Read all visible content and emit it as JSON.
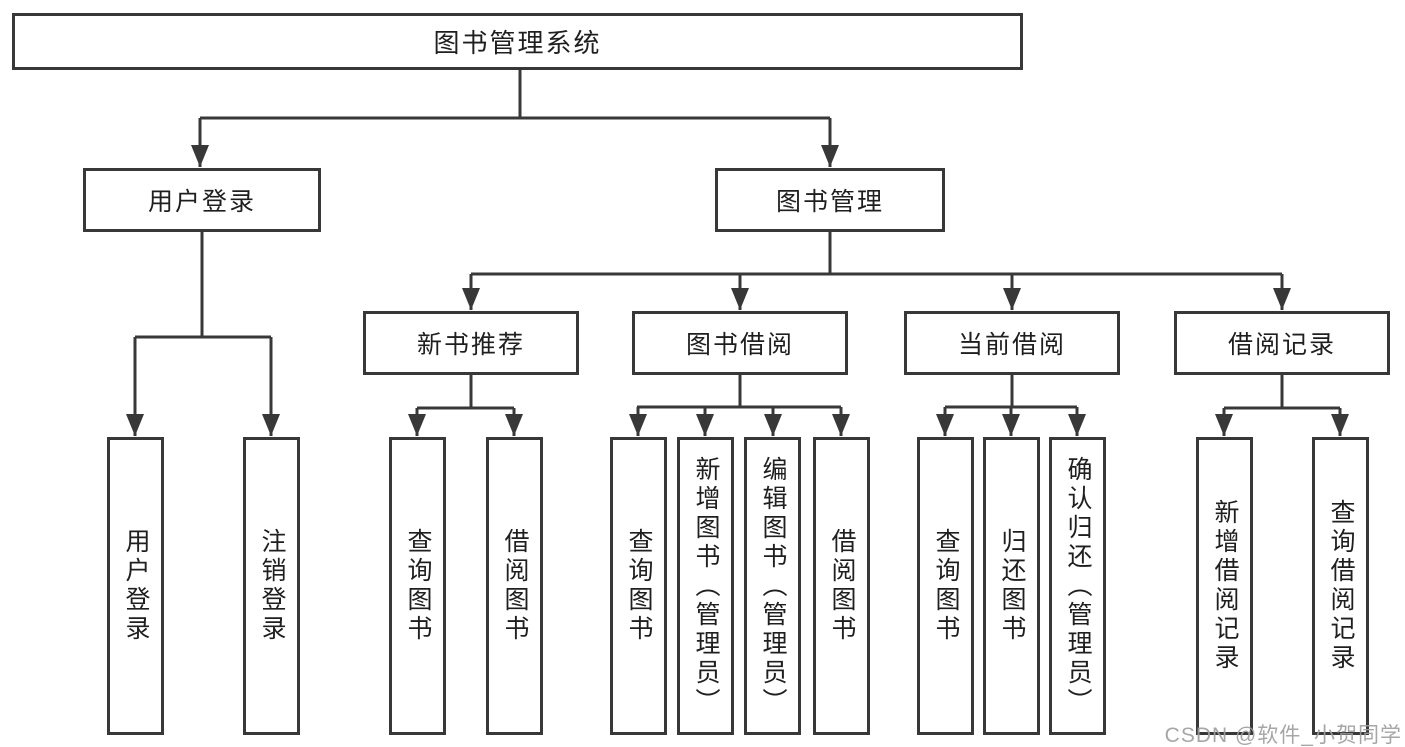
{
  "tree": {
    "label": "图书管理系统",
    "children": [
      {
        "label": "用户登录",
        "children": [
          {
            "label": "用户登录"
          },
          {
            "label": "注销登录"
          }
        ]
      },
      {
        "label": "图书管理",
        "children": [
          {
            "label": "新书推荐",
            "children": [
              {
                "label": "查询图书"
              },
              {
                "label": "借阅图书"
              }
            ]
          },
          {
            "label": "图书借阅",
            "children": [
              {
                "label": "查询图书"
              },
              {
                "label": "新增图书（管理员）"
              },
              {
                "label": "编辑图书（管理员）"
              },
              {
                "label": "借阅图书"
              }
            ]
          },
          {
            "label": "当前借阅",
            "children": [
              {
                "label": "查询图书"
              },
              {
                "label": "归还图书"
              },
              {
                "label": "确认归还（管理员）"
              }
            ]
          },
          {
            "label": "借阅记录",
            "children": [
              {
                "label": "新增借阅记录"
              },
              {
                "label": "查询借阅记录"
              }
            ]
          }
        ]
      }
    ]
  },
  "watermark": {
    "text": "CSDN @软件_小贺同学"
  },
  "colors": {
    "background": "#ffffff",
    "line": "#383838",
    "box_border": "#383838",
    "text": "#1f1f1f",
    "watermark": "#9e9e9e"
  }
}
